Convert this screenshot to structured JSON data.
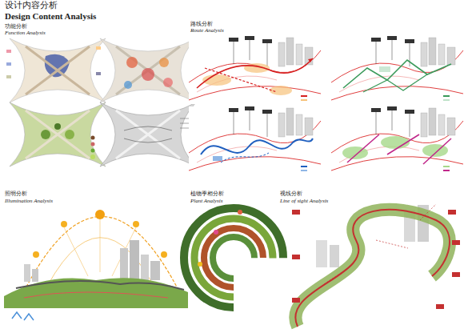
{
  "diagram": {
    "title": "设计内容分析",
    "labels": [
      "Design Content Analysis",
      "功能分析",
      "Function Analysis",
      "路线分析",
      "Route Analysis",
      "照明分析",
      "Illumination Analysis",
      "植物季相分析",
      "Plant Analysis",
      "视线分析",
      "Line of sight Analysis"
    ]
  }
}
